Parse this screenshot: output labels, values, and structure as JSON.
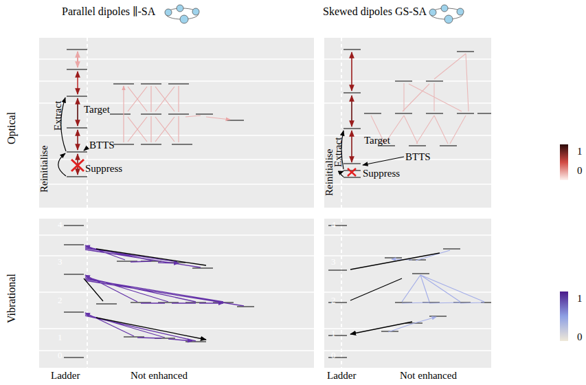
{
  "diagram": {
    "labels": [
      "Parallel dipoles ∥-SA",
      "Skewed dipoles GS-SA",
      "Optical",
      "Vibrational",
      "Reinitialise",
      "Extract",
      "Target",
      "BTTS",
      "Suppress",
      "Reinitialise",
      "Extract",
      "Target",
      "BTTS",
      "Suppress",
      "0",
      "1",
      "2",
      "3",
      "4",
      "0",
      "1",
      "2",
      "3",
      "4",
      "Ladder",
      "Not enhanced",
      "Ladder",
      "Not enhanced",
      "1",
      "0",
      "1",
      "0"
    ]
  }
}
